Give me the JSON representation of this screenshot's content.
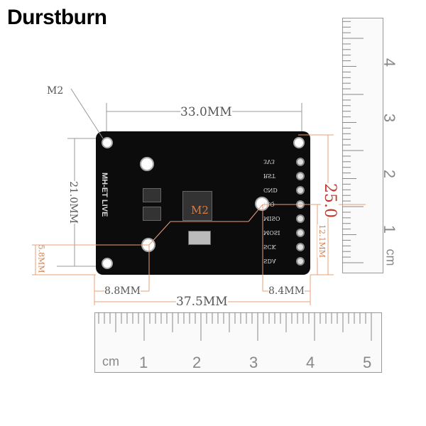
{
  "brand": "Durstburn",
  "board": {
    "silkscreen": "MH-ET LIVE",
    "mount_label": "M2",
    "pins": [
      "3V3",
      "RST",
      "GND",
      "IRQ",
      "MISO",
      "MOSI",
      "SCK",
      "SDA"
    ]
  },
  "dimensions": {
    "corner_hole": "M2",
    "width": "33.0MM",
    "height": "21.0MM",
    "hole_offset_y": "5.8MM",
    "hole_offset_left": "8.8MM",
    "total_width": "37.5MM",
    "hole_offset_right": "8.4MM",
    "total_height": "25.0",
    "hole_height_right": "12.1MM"
  },
  "ruler_vertical": {
    "unit": "cm",
    "numbers": [
      "1",
      "2",
      "3",
      "4"
    ]
  },
  "ruler_horizontal": {
    "unit": "cm",
    "numbers": [
      "1",
      "2",
      "3",
      "4",
      "5"
    ]
  },
  "colors": {
    "dimension_line": "#e8a07a",
    "board": "#0c0c0c"
  }
}
